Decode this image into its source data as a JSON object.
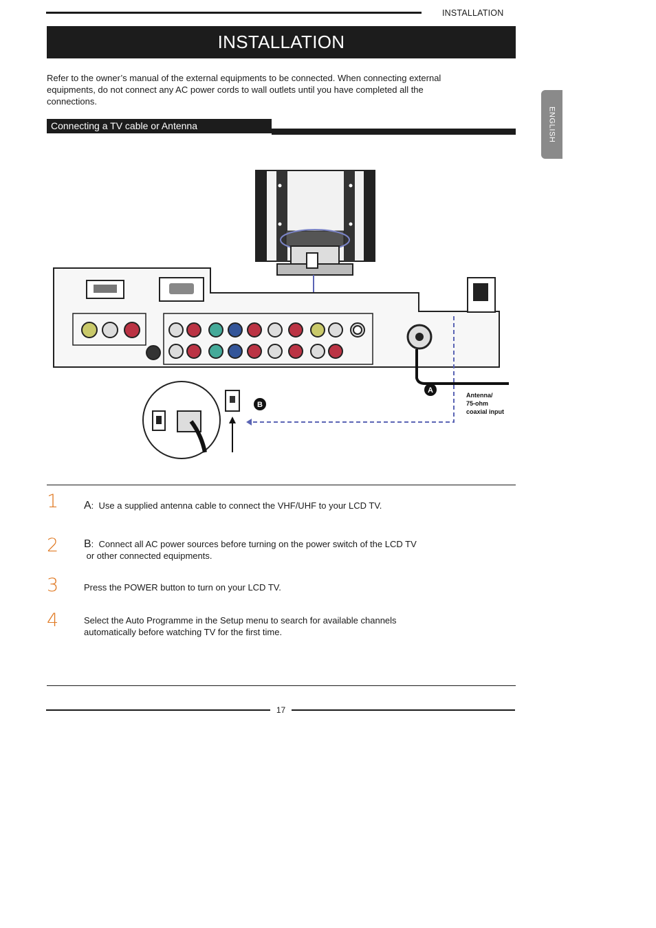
{
  "header": {
    "label": "INSTALLATION"
  },
  "title": "INSTALLATION",
  "intro": "Refer to the owner’s manual of the external equipments to be connected. When connecting external equipments, do not connect any AC power cords to wall outlets until you have completed all the connections.",
  "section_title": "Connecting a TV cable or Antenna",
  "side_tab": "ENGLISH",
  "diagram": {
    "callout_a": "A",
    "callout_b": "B",
    "antenna_label_1": "Antenna/",
    "antenna_label_2": "75-ohm",
    "antenna_label_3": "coaxial input"
  },
  "steps": [
    {
      "num": "1",
      "letter": "A",
      "text": "Use a supplied antenna cable to connect the VHF/UHF to your LCD TV."
    },
    {
      "num": "2",
      "letter": "B",
      "text": "Connect all AC power sources before turning on the power switch of the LCD TV",
      "text2": "or other connected equipments."
    },
    {
      "num": "3",
      "text": "Press the POWER button to turn on your LCD TV."
    },
    {
      "num": "4",
      "text": "Select the Auto Programme in the Setup menu to search for available channels",
      "text2": "automatically before watching TV for the first time."
    }
  ],
  "page_number": "17",
  "colors": {
    "accent": "#e07a24",
    "bar": "#1c1c1c",
    "tab": "#8a8a8a",
    "cable_line": "#5a64b4"
  }
}
